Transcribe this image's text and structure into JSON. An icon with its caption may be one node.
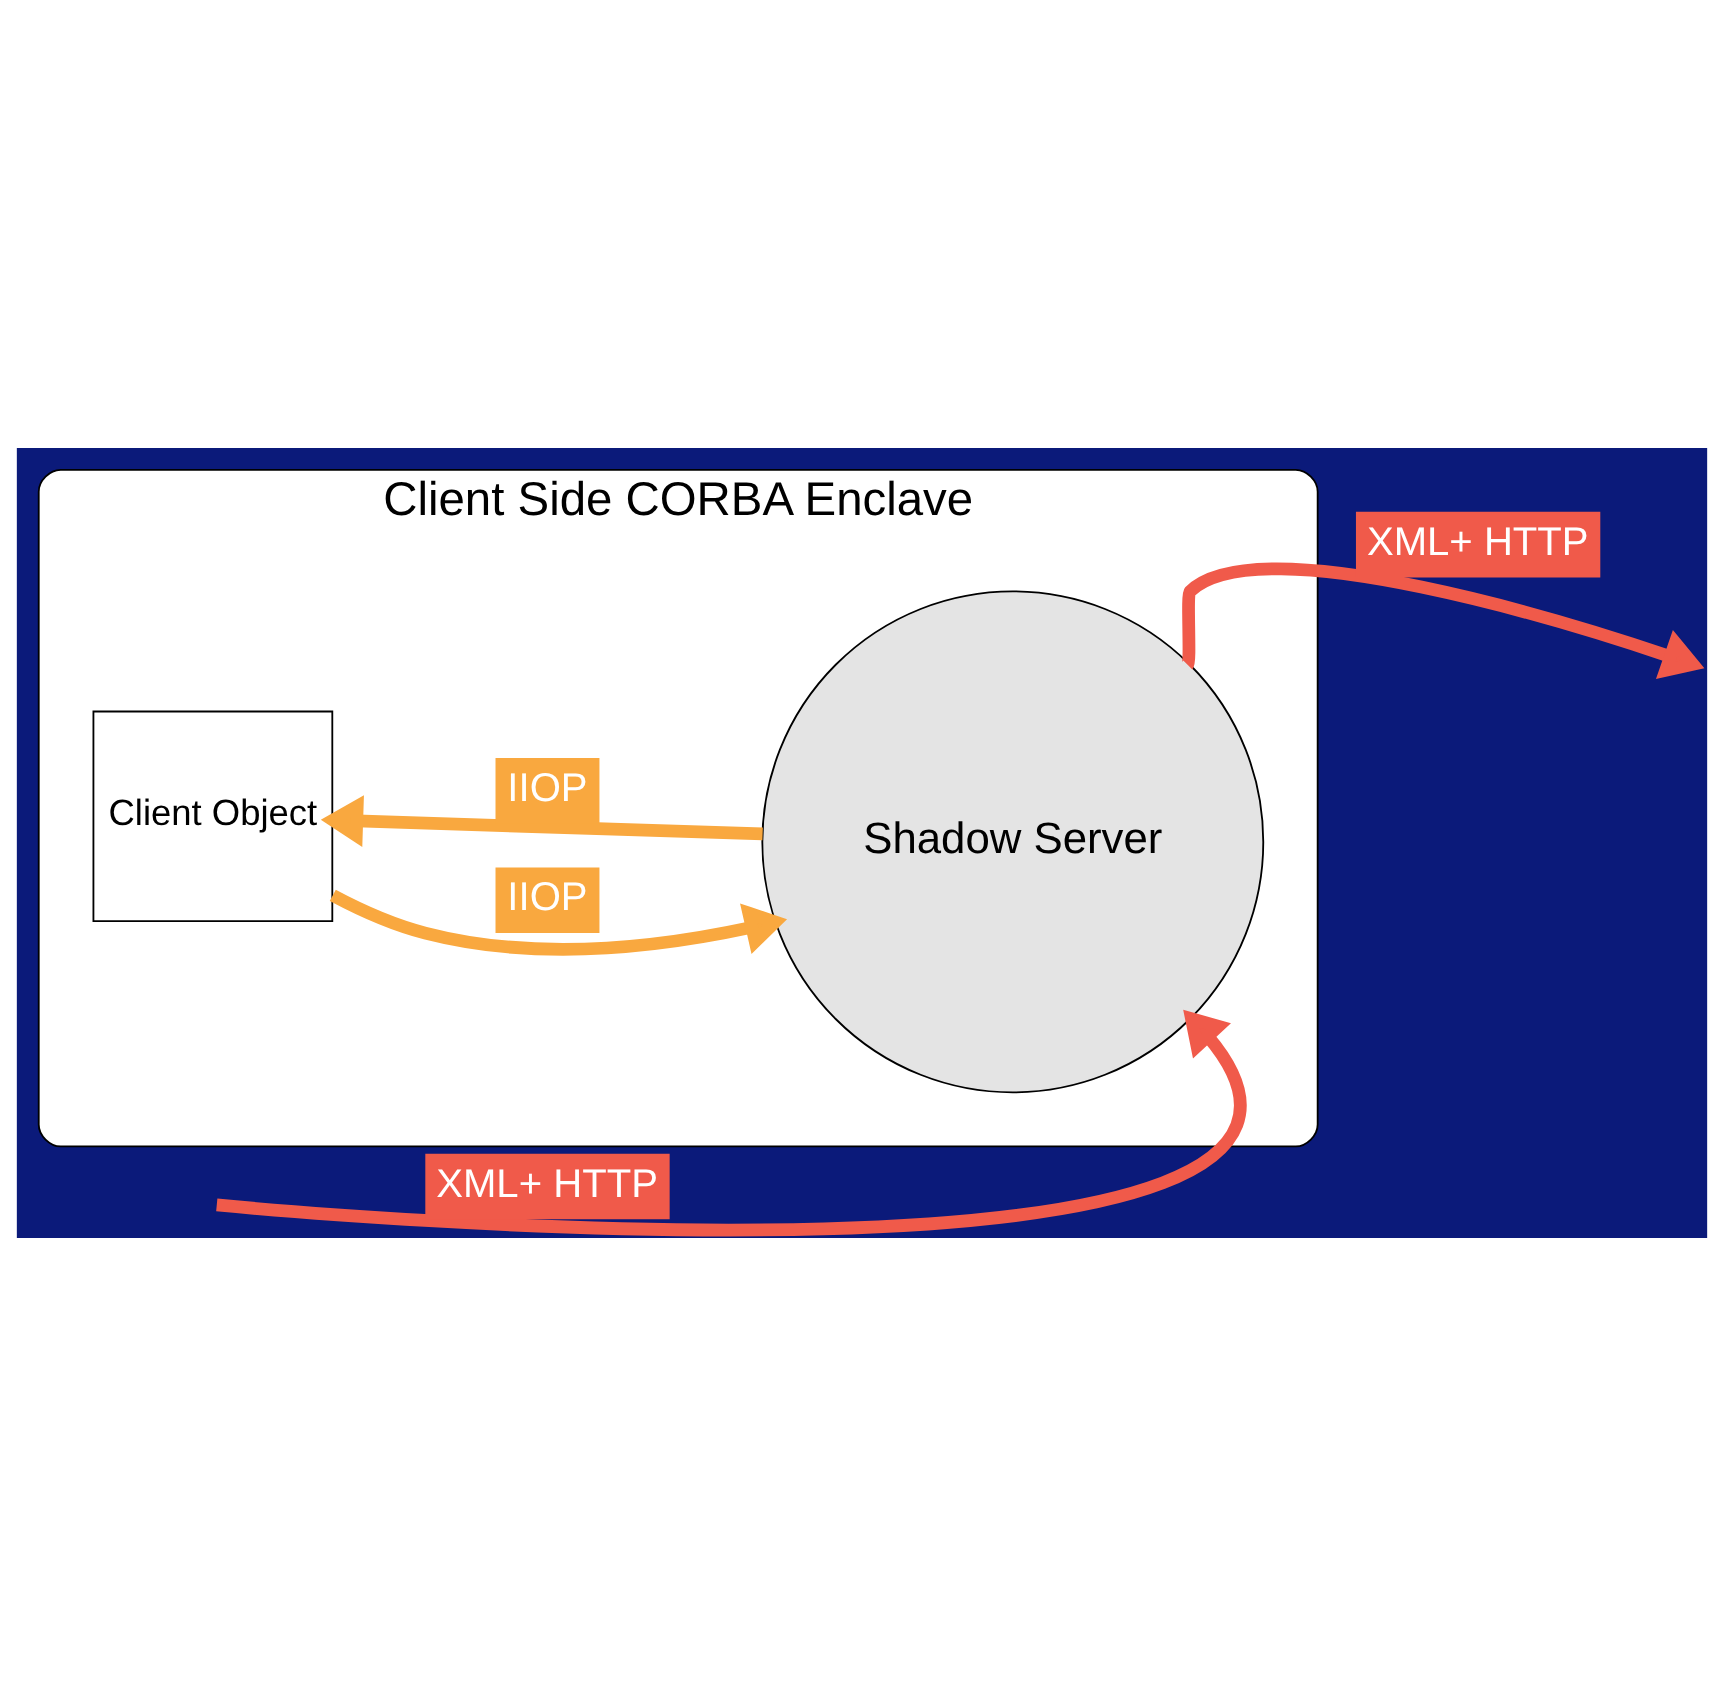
{
  "diagram": {
    "nodes": [
      {
        "text": [
          "Client Side CORBA Enclave"
        ]
      },
      {
        "text": [
          "Client Object"
        ],
        "in": 0
      },
      {
        "text": [
          "Shadow Server"
        ],
        "in": 0
      }
    ],
    "edges": [
      {
        "from": 1,
        "to": 2,
        "arrow": "to",
        "label": "IIOP",
        "color": "#f9a83f"
      },
      {
        "from": 2,
        "to": 1,
        "arrow": "to",
        "label": "IIOP",
        "color": "#f9a83f"
      },
      {
        "from": null,
        "to": 2,
        "arrow": "to",
        "label": "XML+ HTTP",
        "color": "#f05a4a"
      },
      {
        "from": 2,
        "to": null,
        "arrow": "to",
        "label": "XML+ HTTP",
        "color": "#f05a4a"
      }
    ]
  }
}
